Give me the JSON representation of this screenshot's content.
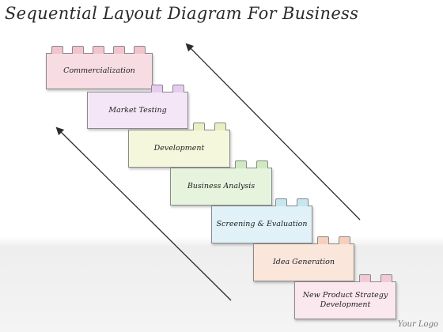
{
  "title": "Sequential Layout Diagram For Business",
  "footer": {
    "logo": "Your Logo"
  },
  "steps": [
    {
      "label": "Commercialization",
      "color": "#f7dde3",
      "stud_color": "#f2c4ce"
    },
    {
      "label": "Market Testing",
      "color": "#f4e6f7",
      "stud_color": "#e6cdf0"
    },
    {
      "label": "Development",
      "color": "#f4f7dc",
      "stud_color": "#e9efc2"
    },
    {
      "label": "Business Analysis",
      "color": "#e6f4dd",
      "stud_color": "#cfeac0"
    },
    {
      "label": "Screening & Evaluation",
      "color": "#e0f1f7",
      "stud_color": "#c6e6f1"
    },
    {
      "label": "Idea Generation",
      "color": "#fbe6dc",
      "stud_color": "#f6d0bd"
    },
    {
      "label": "New Product Strategy Development",
      "color": "#fbe8ee",
      "stud_color": "#f2cad6"
    }
  ],
  "arrow_color": "#2b2b2b"
}
